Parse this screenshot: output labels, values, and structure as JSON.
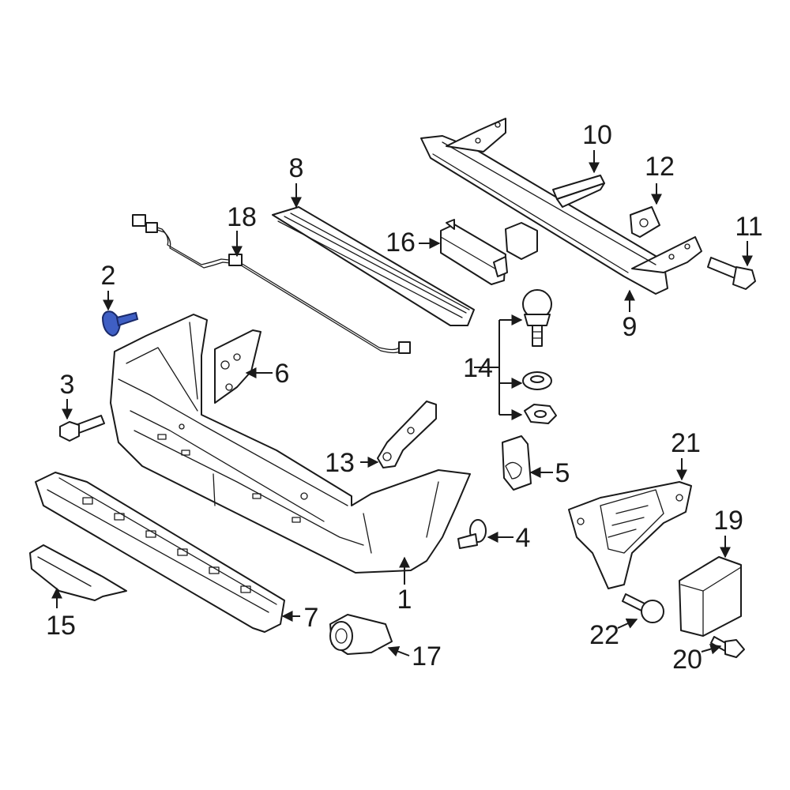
{
  "colors": {
    "line": "#1a1a1a",
    "highlight_fill": "#3f5fc4",
    "highlight_stroke": "#1a2a6a",
    "background": "#ffffff"
  },
  "callouts": {
    "c1": "1",
    "c2": "2",
    "c3": "3",
    "c4": "4",
    "c5": "5",
    "c6": "6",
    "c7": "7",
    "c8": "8",
    "c9": "9",
    "c10": "10",
    "c11": "11",
    "c12": "12",
    "c13": "13",
    "c14": "14",
    "c15": "15",
    "c16": "16",
    "c17": "17",
    "c18": "18",
    "c19": "19",
    "c20": "20",
    "c21": "21",
    "c22": "22"
  },
  "highlighted_part": "2"
}
